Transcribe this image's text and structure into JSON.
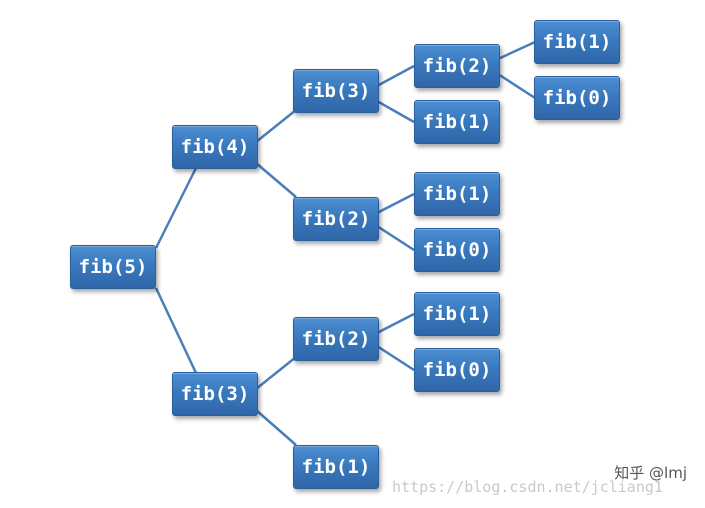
{
  "nodes": {
    "n1": "fib(5)",
    "n2": "fib(4)",
    "n3": "fib(3)",
    "n4": "fib(3)",
    "n5": "fib(2)",
    "n6": "fib(2)",
    "n7": "fib(1)",
    "n8": "fib(2)",
    "n9": "fib(1)",
    "n10": "fib(1)",
    "n11": "fib(0)",
    "n12": "fib(1)",
    "n13": "fib(0)",
    "n14": "fib(1)",
    "n15": "fib(0)"
  },
  "colors": {
    "node_fill": "#3a79bf",
    "edge": "#4a7ebb"
  },
  "watermark": "知乎 @lmj",
  "url_watermark": "https://blog.csdn.net/jcliang1"
}
